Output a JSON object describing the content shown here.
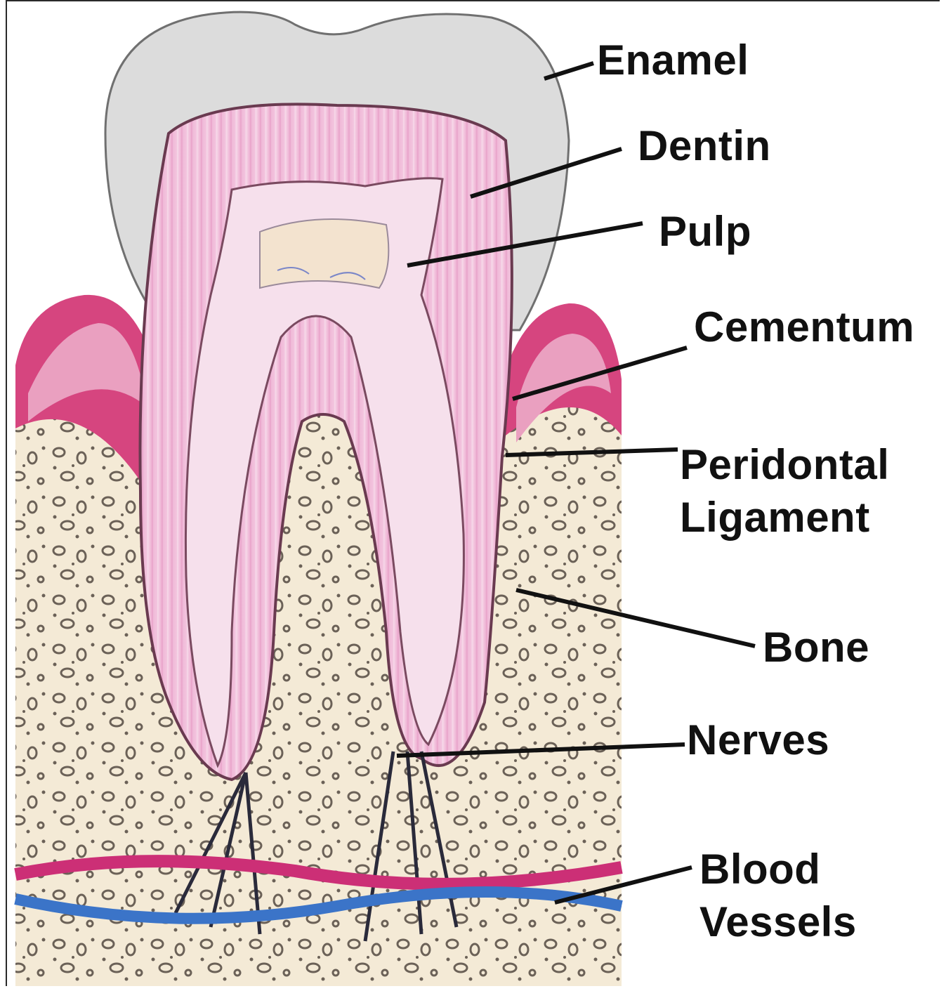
{
  "labels": {
    "enamel": "Enamel",
    "dentin": "Dentin",
    "pulp": "Pulp",
    "cementum": "Cementum",
    "periodontal_line1": "Peridontal",
    "periodontal_line2": "Ligament",
    "bone": "Bone",
    "nerves": "Nerves",
    "blood_line1": "Blood",
    "blood_line2": "Vessels"
  },
  "colors": {
    "enamel": "#dcdcdc",
    "dentin": "#f2bfdc",
    "pulp": "#f6e0ec",
    "gum": "#d6457f",
    "bone": "#f4ead6",
    "artery": "#cc2f76",
    "vein": "#3b74c8",
    "outline": "#5a3a45"
  }
}
